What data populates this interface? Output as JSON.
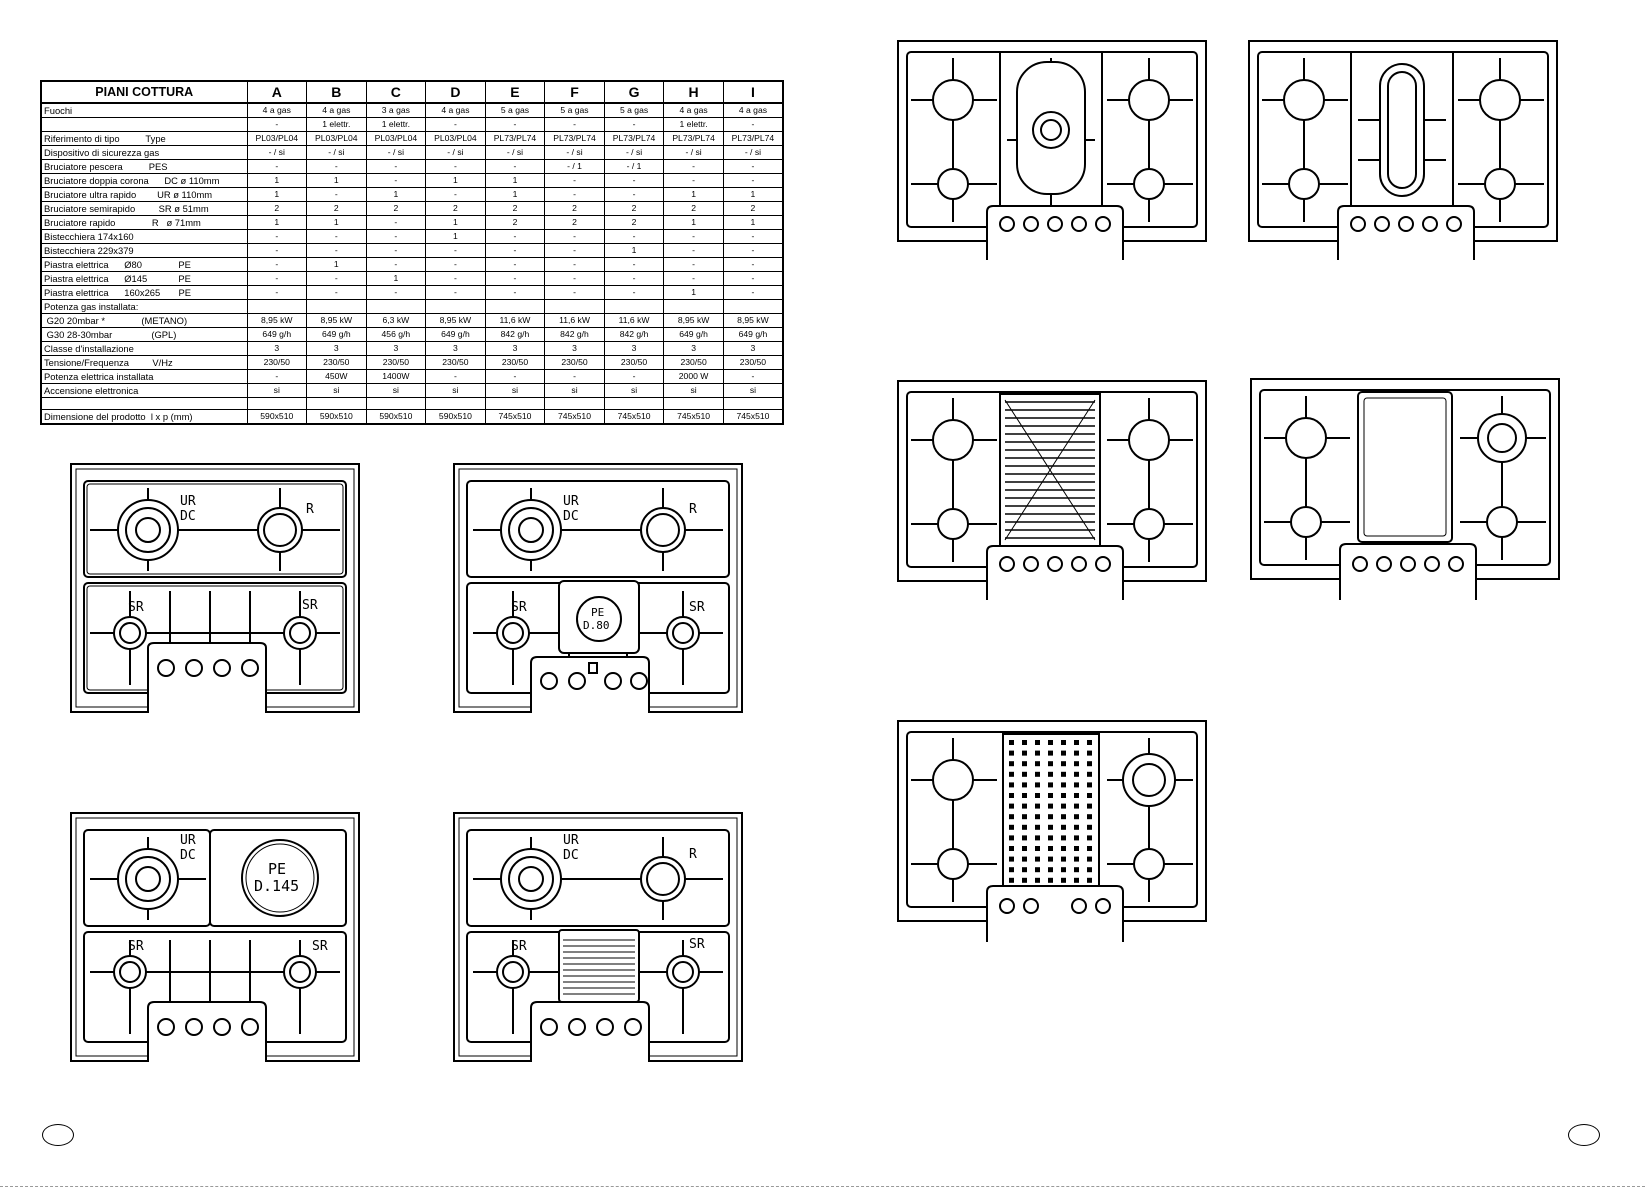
{
  "table": {
    "title": "PIANI COTTURA",
    "columns": [
      "A",
      "B",
      "C",
      "D",
      "E",
      "F",
      "G",
      "H",
      "I"
    ],
    "rows": [
      {
        "label": "Fuochi",
        "values": [
          "4 a gas",
          "4 a gas",
          "3 a gas",
          "4 a gas",
          "5 a gas",
          "5 a gas",
          "5 a gas",
          "4 a gas",
          "4 a gas"
        ]
      },
      {
        "label": "",
        "values": [
          "-",
          "1 elettr.",
          "1 elettr.",
          "-",
          "-",
          "-",
          "-",
          "1 elettr.",
          "-"
        ]
      },
      {
        "label": "Riferimento di tipo          Type",
        "values": [
          "PL03/PL04",
          "PL03/PL04",
          "PL03/PL04",
          "PL03/PL04",
          "PL73/PL74",
          "PL73/PL74",
          "PL73/PL74",
          "PL73/PL74",
          "PL73/PL74"
        ]
      },
      {
        "label": "Dispositivo di sicurezza gas",
        "values": [
          "- / si",
          "- / si",
          "- / si",
          "- / si",
          "- / si",
          "- / si",
          "- / si",
          "- / si",
          "- / si"
        ]
      },
      {
        "label": "Bruciatore pescera          PES",
        "values": [
          "-",
          "-",
          "-",
          "-",
          "-",
          "- / 1",
          "- / 1",
          "-",
          "-"
        ]
      },
      {
        "label": "Bruciatore doppia corona      DC ø 110mm",
        "values": [
          "1",
          "1",
          "-",
          "1",
          "1",
          "-",
          "-",
          "-",
          "-"
        ]
      },
      {
        "label": "Bruciatore ultra rapido        UR ø 110mm",
        "values": [
          "1",
          "-",
          "1",
          "-",
          "1",
          "-",
          "-",
          "1",
          "1"
        ]
      },
      {
        "label": "Bruciatore semirapido         SR ø 51mm",
        "values": [
          "2",
          "2",
          "2",
          "2",
          "2",
          "2",
          "2",
          "2",
          "2"
        ]
      },
      {
        "label": "Bruciatore rapido              R   ø 71mm",
        "values": [
          "1",
          "1",
          "-",
          "1",
          "2",
          "2",
          "2",
          "1",
          "1"
        ]
      },
      {
        "label": "Bistecchiera 174x160",
        "values": [
          "-",
          "-",
          "-",
          "1",
          "-",
          "-",
          "-",
          "-",
          "-"
        ]
      },
      {
        "label": "Bistecchiera 229x379",
        "values": [
          "-",
          "-",
          "-",
          "-",
          "-",
          "-",
          "1",
          "-",
          "-"
        ]
      },
      {
        "label": "Piastra elettrica      Ø80              PE",
        "values": [
          "-",
          "1",
          "-",
          "-",
          "-",
          "-",
          "-",
          "-",
          "-"
        ]
      },
      {
        "label": "Piastra elettrica      Ø145            PE",
        "values": [
          "-",
          "-",
          "1",
          "-",
          "-",
          "-",
          "-",
          "-",
          "-"
        ]
      },
      {
        "label": "Piastra elettrica      160x265       PE",
        "values": [
          "-",
          "-",
          "-",
          "-",
          "-",
          "-",
          "-",
          "1",
          "-"
        ]
      },
      {
        "label": "Potenza gas installata:",
        "values": [
          "",
          "",
          "",
          "",
          "",
          "",
          "",
          "",
          ""
        ]
      },
      {
        "label": " G20 20mbar *              (METANO)",
        "values": [
          "8,95 kW",
          "8,95 kW",
          "6,3 kW",
          "8,95 kW",
          "11,6 kW",
          "11,6 kW",
          "11,6 kW",
          "8,95 kW",
          "8,95 kW"
        ]
      },
      {
        "label": " G30 28-30mbar               (GPL)",
        "values": [
          "649 g/h",
          "649 g/h",
          "456 g/h",
          "649 g/h",
          "842 g/h",
          "842 g/h",
          "842 g/h",
          "649 g/h",
          "649 g/h"
        ]
      },
      {
        "label": "Classe d'installazione",
        "values": [
          "3",
          "3",
          "3",
          "3",
          "3",
          "3",
          "3",
          "3",
          "3"
        ]
      },
      {
        "label": "Tensione/Frequenza         V/Hz",
        "values": [
          "230/50",
          "230/50",
          "230/50",
          "230/50",
          "230/50",
          "230/50",
          "230/50",
          "230/50",
          "230/50"
        ]
      },
      {
        "label": "Potenza elettrica installata",
        "values": [
          "-",
          "450W",
          "1400W",
          "-",
          "-",
          "-",
          "-",
          "2000 W",
          "-"
        ]
      },
      {
        "label": "Accensione elettronica",
        "values": [
          "si",
          "si",
          "si",
          "si",
          "si",
          "si",
          "si",
          "si",
          "si"
        ]
      }
    ],
    "footer": {
      "label": "Dimensione del prodotto  l x p (mm)",
      "values": [
        "590x510",
        "590x510",
        "590x510",
        "590x510",
        "745x510",
        "745x510",
        "745x510",
        "745x510",
        "745x510"
      ]
    }
  },
  "diagrams": {
    "hob_a": {
      "labels": {
        "ur": "UR",
        "dc": "DC",
        "r": "R",
        "sr_left": "SR",
        "sr_right": "SR"
      }
    },
    "hob_b": {
      "labels": {
        "ur": "UR",
        "dc": "DC",
        "r": "R",
        "sr_left": "SR",
        "sr_right": "SR",
        "pe1": "PE",
        "pe2": "D.80"
      }
    },
    "hob_c": {
      "labels": {
        "ur": "UR",
        "dc": "DC",
        "sr_left": "SR",
        "sr_right": "SR",
        "pe1": "PE",
        "pe2": "D.145"
      }
    },
    "hob_d": {
      "labels": {
        "ur": "UR",
        "dc": "DC",
        "r": "R",
        "sr_left": "SR",
        "sr_right": "SR"
      }
    }
  }
}
